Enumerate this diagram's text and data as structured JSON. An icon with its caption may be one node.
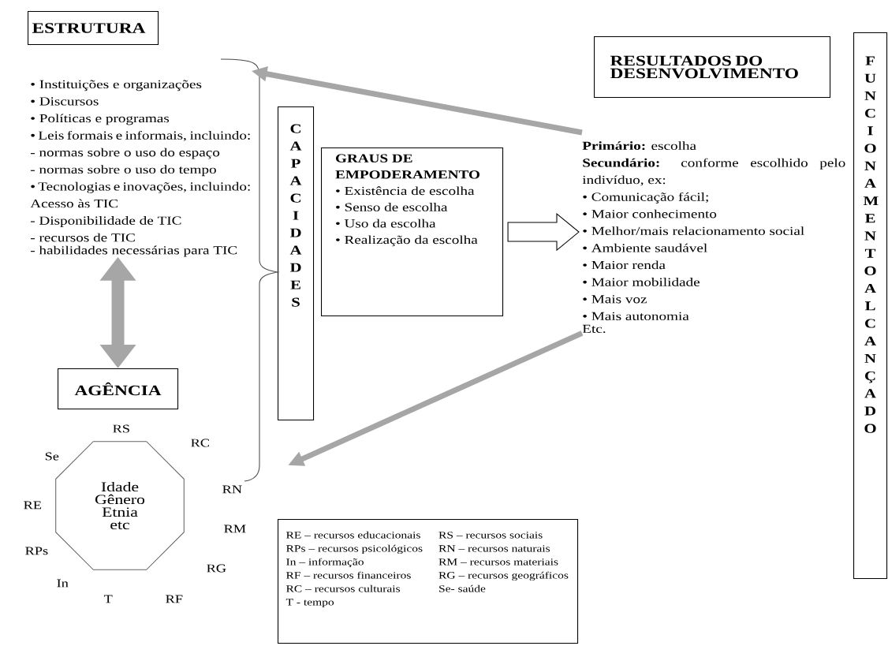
{
  "diagram": {
    "nodes": [
      {
        "text": [
          "ESTRUTURA"
        ]
      },
      {
        "text": [
          "• Instituições e organizações",
          "• Discursos",
          "• Políticas e programas",
          "• Leis formais e informais, incluindo:",
          "- normas sobre o uso do espaço",
          "- normas sobre o uso do tempo",
          "• Tecnologias e inovações, incluindo: Acesso às TIC",
          "- Disponibilidade de TIC",
          "- recursos de TIC",
          "- habilidades necessárias para TIC"
        ]
      },
      {
        "text": [
          "AGÊNCIA"
        ]
      },
      {
        "text": [
          "Idade Gênero Etnia etc"
        ],
        "beside": [
          "RS",
          "RC",
          "Se",
          "RN",
          "RE",
          "RM",
          "RPs",
          "RG",
          "In",
          "T",
          "RF"
        ]
      },
      {
        "text": [
          "CAPACIDADES"
        ]
      },
      {
        "text": [
          "GRAUS DE EMPODERAMENTO",
          "• Existência de escolha",
          "• Senso de escolha",
          "• Uso da escolha",
          "• Realização da escolha"
        ]
      },
      {
        "text": [
          "RESULTADOS DO DESENVOLVIMENTO"
        ]
      },
      {
        "text": [
          "**Primário:** escolha",
          "**Secundário:** conforme escolhido pelo indivíduo, ex:",
          "• Comunicação fácil;",
          "• Maior conhecimento",
          "• Melhor/mais relacionamento social",
          "• Ambiente saudável",
          "• Maior renda",
          "• Maior mobilidade",
          "• Mais voz",
          "• Mais autonomia",
          "Etc."
        ]
      },
      {
        "text": [
          "FUNCIONAMENTO ALCANÇADO"
        ]
      },
      {
        "text": [
          "RE – recursos educacionais",
          "RS – recursos sociais",
          "RPs – recursos psicológicos",
          "RN – recursos naturais",
          "In – informação",
          "RM – recursos materiais",
          "RF – recursos financeiros",
          "RG – recursos geográficos",
          "RC – recursos culturais",
          "Se- saúde",
          "T - tempo"
        ]
      }
    ],
    "edges": [
      {
        "from": 7,
        "to": 1,
        "arrow": "to"
      },
      {
        "from": 7,
        "to": null,
        "arrow": "to"
      },
      {
        "from": 1,
        "to": 2,
        "arrow": "both",
        "style": "thick"
      },
      {
        "from": 5,
        "to": 7,
        "arrow": "to",
        "color": "#000000"
      }
    ]
  }
}
